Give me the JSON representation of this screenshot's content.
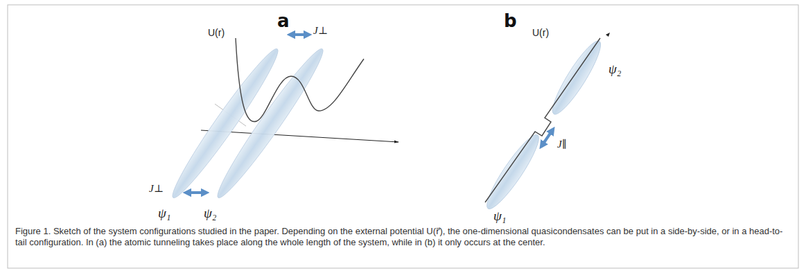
{
  "diagram": {
    "caption": "Figure 1. Sketch of the system configurations studied in the paper. Depending on the external potential U(r⃗), the one-dimensional quasicondensates can be put in a side-by-side, or in a head-to-tail configuration. In (a) the atomic tunneling takes place along the whole length of the system, while in (b) it only occurs at the center.",
    "labels": [
      "a",
      "b",
      "U(r)",
      "J⊥",
      "J⊥",
      "ψ₁",
      "ψ₂",
      "U(r)",
      "J∥",
      "ψ₂",
      "ψ₁"
    ]
  }
}
